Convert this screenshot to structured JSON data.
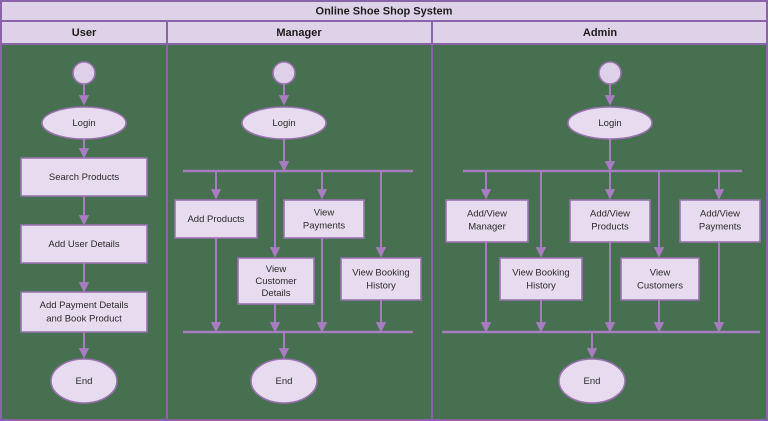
{
  "diagram": {
    "title": "Online Shoe Shop System",
    "type": "uml-activity-swimlane",
    "lanes": [
      {
        "id": "user",
        "label": "User",
        "start_label": "start-node",
        "nodes": [
          {
            "id": "user-login",
            "label": "Login",
            "shape": "ellipse"
          },
          {
            "id": "user-search-products",
            "label": "Search Products",
            "shape": "rect"
          },
          {
            "id": "user-add-user-details",
            "label": "Add User Details",
            "shape": "rect"
          },
          {
            "id": "user-add-payment-details",
            "label": "Add Payment Details and Book Product",
            "line1": "Add Payment Details",
            "line2": "and Book Product",
            "shape": "rect"
          },
          {
            "id": "user-end",
            "label": "End",
            "shape": "ellipse"
          }
        ]
      },
      {
        "id": "manager",
        "label": "Manager",
        "start_label": "start-node",
        "nodes": [
          {
            "id": "manager-login",
            "label": "Login",
            "shape": "ellipse"
          },
          {
            "id": "manager-add-products",
            "label": "Add Products",
            "line1": "Add Products",
            "line2": "",
            "shape": "rect"
          },
          {
            "id": "manager-view-customer-details",
            "label": "View Customer Details",
            "line1": "View",
            "line2": "Customer",
            "line3": "Details",
            "shape": "rect"
          },
          {
            "id": "manager-view-payments",
            "label": "View Payments",
            "line1": "View",
            "line2": "Payments",
            "shape": "rect"
          },
          {
            "id": "manager-view-booking-history",
            "label": "View Booking History",
            "line1": "View Booking",
            "line2": "History",
            "shape": "rect"
          },
          {
            "id": "manager-end",
            "label": "End",
            "shape": "ellipse"
          }
        ]
      },
      {
        "id": "admin",
        "label": "Admin",
        "start_label": "start-node",
        "nodes": [
          {
            "id": "admin-login",
            "label": "Login",
            "shape": "ellipse"
          },
          {
            "id": "admin-add-view-manager",
            "label": "Add/View Manager",
            "line1": "Add/View",
            "line2": "Manager",
            "shape": "rect"
          },
          {
            "id": "admin-view-booking-history",
            "label": "View Booking History",
            "line1": "View Booking",
            "line2": "History",
            "shape": "rect"
          },
          {
            "id": "admin-add-view-products",
            "label": "Add/View Products",
            "line1": "Add/View",
            "line2": "Products",
            "shape": "rect"
          },
          {
            "id": "admin-view-customers",
            "label": "View Customers",
            "line1": "View",
            "line2": "Customers",
            "shape": "rect"
          },
          {
            "id": "admin-add-view-payments",
            "label": "Add/View Payments",
            "line1": "Add/View",
            "line2": "Payments",
            "shape": "rect"
          },
          {
            "id": "admin-end",
            "label": "End",
            "shape": "ellipse"
          }
        ]
      }
    ],
    "colors": {
      "header_fill": "#ded2e8",
      "lane_background": "#467050",
      "frame_border": "#8a63a8",
      "node_fill": "#e7dcef",
      "node_border": "#9b72b0",
      "connector": "#a87cc0",
      "text": "#1c1c1c"
    }
  }
}
